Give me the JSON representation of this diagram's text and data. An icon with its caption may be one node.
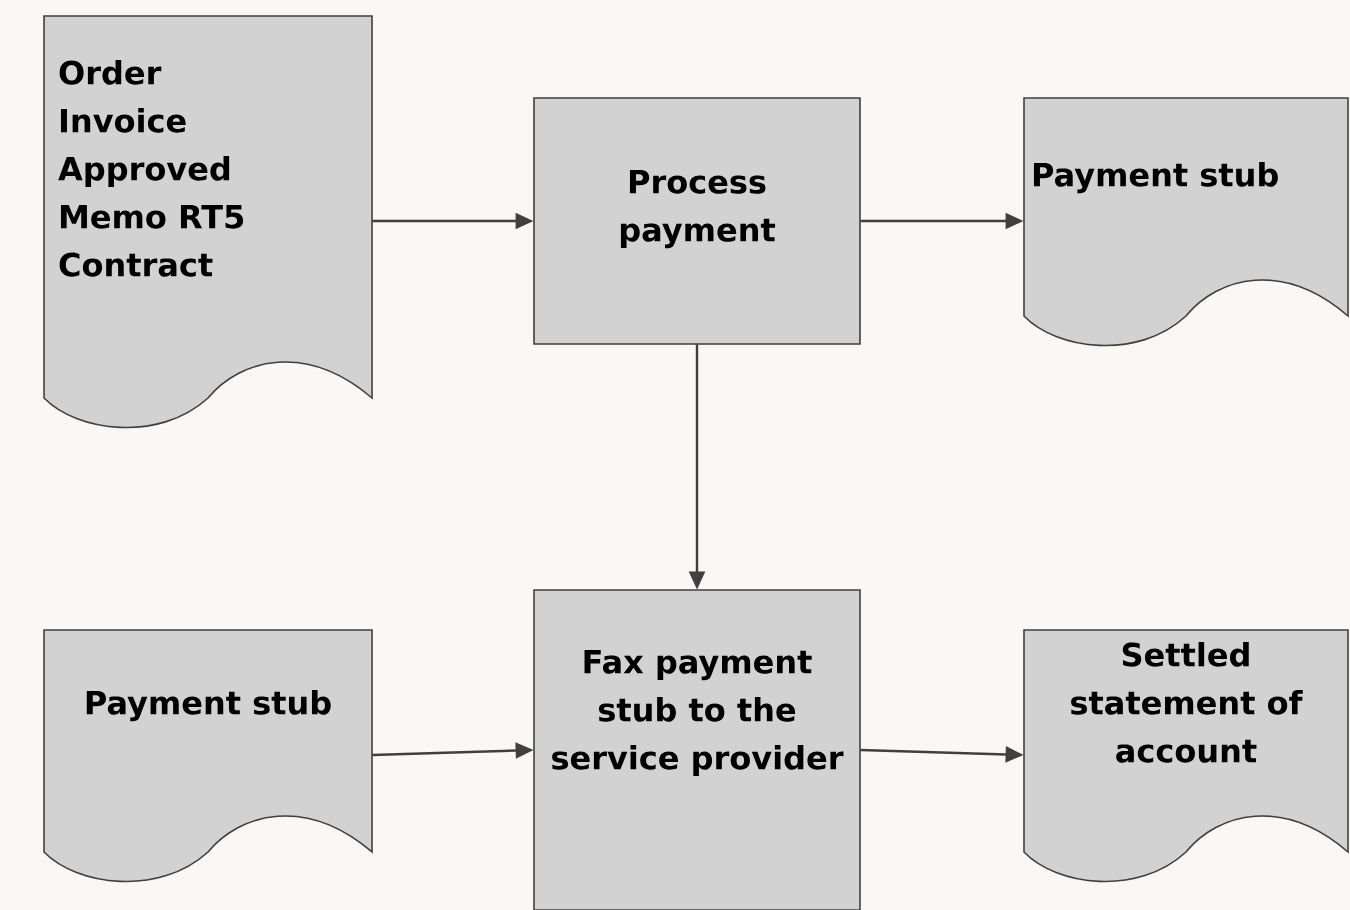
{
  "diagram": {
    "nodes": [
      {
        "text": [
          "Order",
          "Invoice",
          "Approved",
          "Memo RT5",
          "Contract"
        ]
      },
      {
        "text": [
          "Process payment"
        ]
      },
      {
        "text": [
          "Payment stub"
        ]
      },
      {
        "text": [
          "Payment stub"
        ]
      },
      {
        "text": [
          "Fax payment stub to the service provider"
        ]
      },
      {
        "text": [
          "Settled statement of account"
        ]
      }
    ],
    "edges": [
      {
        "from": 0,
        "to": 1,
        "arrow": "to"
      },
      {
        "from": 1,
        "to": 2,
        "arrow": "to"
      },
      {
        "from": 1,
        "to": 4,
        "arrow": "to"
      },
      {
        "from": 3,
        "to": 4,
        "arrow": "to"
      },
      {
        "from": 4,
        "to": 5,
        "arrow": "to"
      }
    ]
  }
}
